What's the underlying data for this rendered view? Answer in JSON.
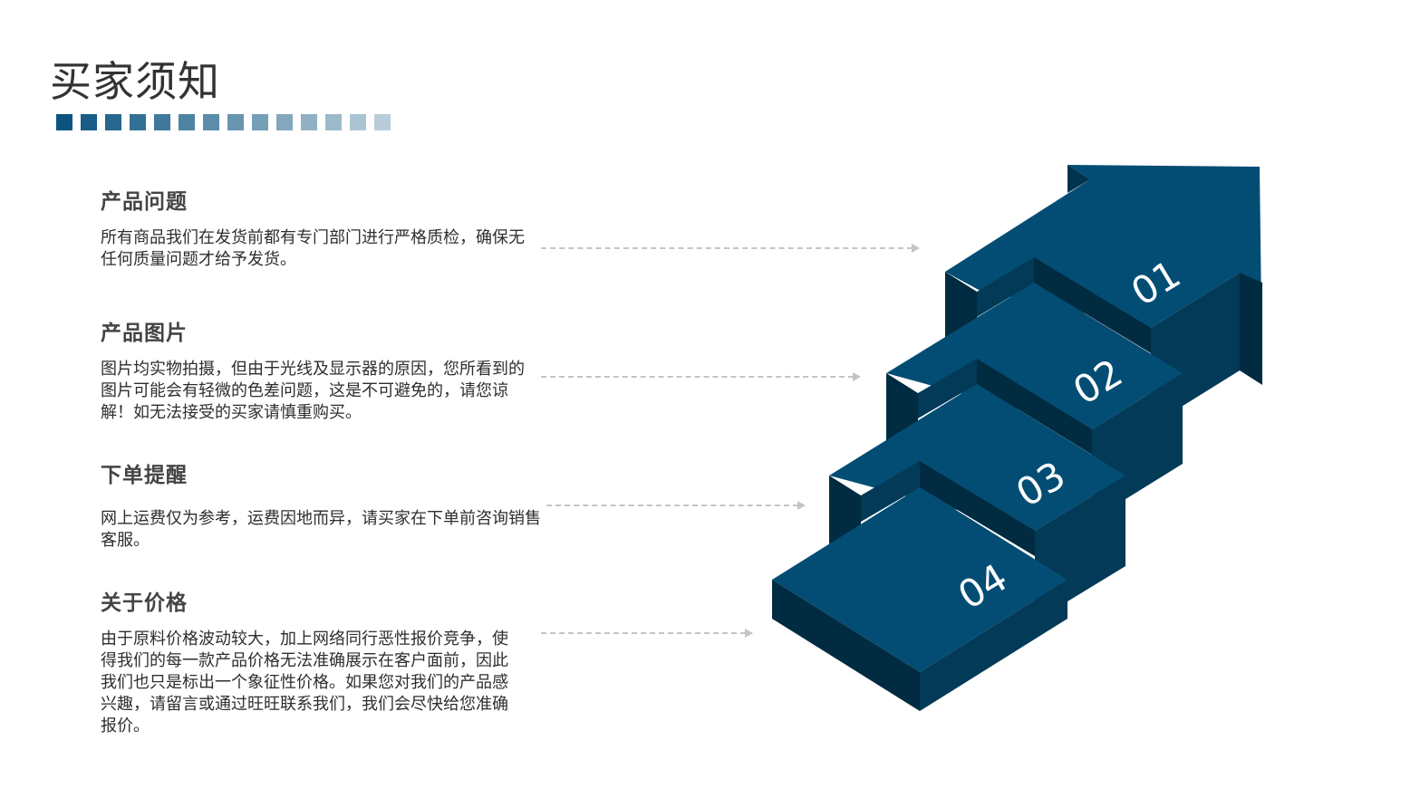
{
  "title": "买家须知",
  "colors": {
    "arrow_top": "#034d74",
    "arrow_side_dark": "#012b40",
    "arrow_side_mid": "#023a58",
    "square_start": "#0b5480",
    "square_end": "#b8cdd9"
  },
  "squares_count": 14,
  "sections": [
    {
      "heading": "产品问题",
      "body": "所有商品我们在发货前都有专门部门进行严格质检，确保无任何质量问题才给予发货。"
    },
    {
      "heading": "产品图片",
      "body": "图片均实物拍摄，但由于光线及显示器的原因，您所看到的图片可能会有轻微的色差问题，这是不可避免的，请您谅解！如无法接受的买家请慎重购买。"
    },
    {
      "heading": "下单提醒",
      "body": "网上运费仅为参考，运费因地而异，请买家在下单前咨询销售客服。"
    },
    {
      "heading": "关于价格",
      "body": "由于原料价格波动较大，加上网络同行恶性报价竞争，使得我们的每一款产品价格无法准确展示在客户面前，因此我们也只是标出一个象征性价格。如果您对我们的产品感兴趣，请留言或通过旺旺联系我们，我们会尽快给您准确报价。"
    }
  ],
  "steps": [
    "01",
    "02",
    "03",
    "04"
  ]
}
